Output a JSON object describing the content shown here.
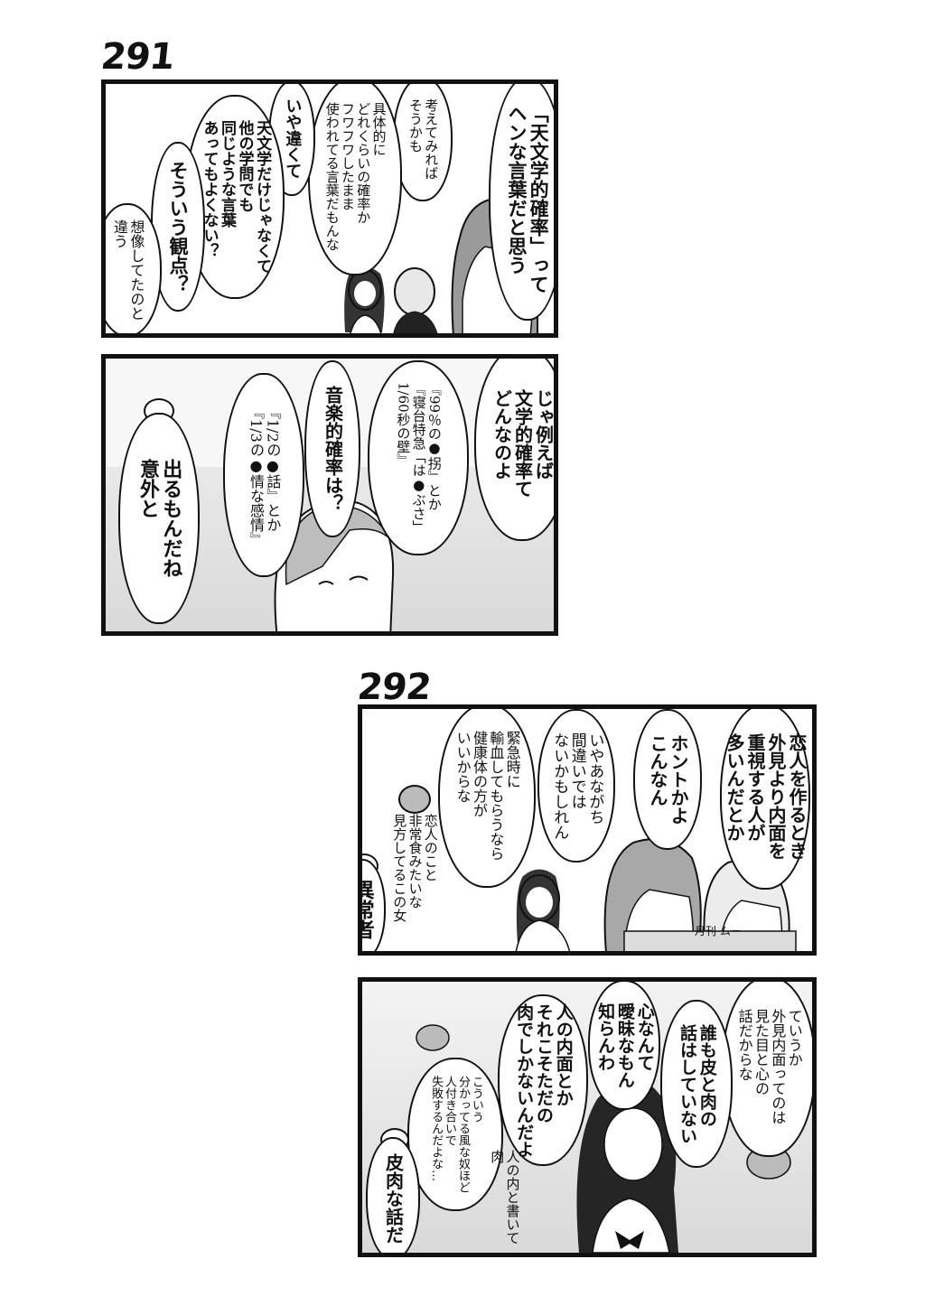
{
  "strip_291": {
    "number": "291",
    "panel1": {
      "b1": "「天文学的確率」って\nヘンな言葉だと思う",
      "b2": "考えてみれば\nそうかも",
      "b3": "具体的に\nどれくらいの確率か\nフワフワしたまま\n使われてる言葉だもんな",
      "b4": "いや違くて",
      "b5": "天文学だけじゃなくて\n他の学問でも\n同じような言葉\nあってもよくない？",
      "b6": "そういう観点？",
      "b7": "想像してたのと\n違う"
    },
    "panel2": {
      "b1": "じゃ例えば\n文学的確率て\nどんなのよ",
      "b2": "『99％の●拐』とか\n『寝台特急「は●ぶさ」\n1/60秒の壁』",
      "b3": "音楽的確率は？",
      "b4": "『1/2の●話』とか\n『1/3の●情な感情』",
      "b5": "出るもんだね\n意外と"
    }
  },
  "strip_292": {
    "number": "292",
    "panel1": {
      "b1": "恋人を作るとき\n外見より内面を\n重視する人が\n多いんだとか",
      "b2": "ホントかよ\nこんなん",
      "b3": "いやあながち\n間違いでは\nないかもしれん",
      "b4": "緊急時に\n輸血してもらうなら\n健康体の方が\nいいからな",
      "b5": "恋人のこと\n非常食みたいな\n見方してるこの女",
      "b6": "異常者",
      "magazine": "月刊 ムー"
    },
    "panel2": {
      "b1": "ていうか\n外見内面ってのは\n見た目と心の\n話だからな",
      "b2": "誰も皮と肉の\n話はしていない",
      "b3": "心なんて\n曖昧なもん\n知らんわ",
      "b4": "人の内面とか\nそれこそただの\n肉でしかないんだよ",
      "b5": "こういう\n分かってる風な奴ほど\n人付き合いで\n失敗するんだよな…",
      "b6": "皮肉な話だ",
      "scribble": "人の内と書いて\n肉"
    }
  },
  "colors": {
    "ink": "#111111",
    "screentone": "#d9d9d9",
    "paper": "#ffffff"
  }
}
